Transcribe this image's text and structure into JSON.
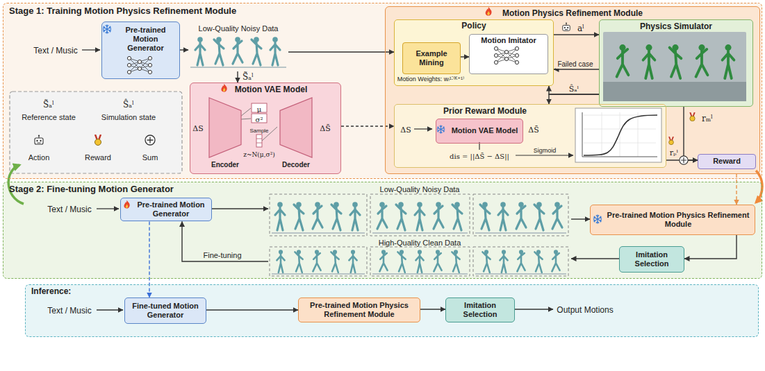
{
  "diagram": {
    "nodes": [
      {
        "text": [
          "Stage 1: Training Motion Physics Refinement Module"
        ]
      },
      {
        "text": [
          "Pre-trained Motion Generator"
        ],
        "in": 0
      },
      {
        "text": [
          "Low-Quality Noisy Data"
        ],
        "in": 0
      },
      {
        "text": [
          "Motion Physics Refinement Module"
        ],
        "in": 0
      },
      {
        "text": [
          "Policy"
        ],
        "in": 3
      },
      {
        "text": [
          "Example Mining"
        ],
        "in": 4
      },
      {
        "text": [
          "Motion Imitator"
        ],
        "in": 4
      },
      {
        "text": [
          "Physics Simulator"
        ],
        "in": 3
      },
      {
        "text": [
          "Prior Reward Module"
        ],
        "in": 3
      },
      {
        "text": [
          "Motion VAE Model"
        ],
        "in": 8
      },
      {
        "text": [
          "Reward"
        ],
        "in": 3
      },
      {
        "text": [
          "Motion VAE Model"
        ],
        "in": 0
      },
      {
        "text": [
          "Encoder"
        ],
        "in": 11
      },
      {
        "text": [
          "Decoder"
        ],
        "in": 11
      },
      {
        "text": [
          "Stage 2: Fine-tuning Motion Generator"
        ]
      },
      {
        "text": [
          "Pre-trained Motion Generator"
        ],
        "in": 14
      },
      {
        "text": [
          "Low-Quality Noisy Data"
        ],
        "in": 14
      },
      {
        "text": [
          "Pre-trained Motion Physics Refinement Module"
        ],
        "in": 14
      },
      {
        "text": [
          "High-Quality Clean Data"
        ],
        "in": 14
      },
      {
        "text": [
          "Imitation Selection"
        ],
        "in": 14
      },
      {
        "text": [
          "Inference:"
        ]
      },
      {
        "text": [
          "Fine-tuned Motion Generator"
        ],
        "in": 20
      },
      {
        "text": [
          "Pre-trained Motion Physics Refinement Module"
        ],
        "in": 20
      },
      {
        "text": [
          "Imitation Selection"
        ],
        "in": 20
      }
    ],
    "edges": [
      {
        "from": 1,
        "to": 2,
        "arrow": "to"
      },
      {
        "from": 2,
        "to": 4,
        "arrow": "to"
      },
      {
        "from": 2,
        "to": 11,
        "arrow": "to"
      },
      {
        "from": 5,
        "to": 6,
        "arrow": "to"
      },
      {
        "from": 4,
        "to": 7,
        "arrow": "to"
      },
      {
        "from": 7,
        "to": 4,
        "label": "Failed case",
        "arrow": "to"
      },
      {
        "from": 7,
        "to": 4,
        "arrow": "to"
      },
      {
        "from": 7,
        "to": 8,
        "arrow": "to"
      },
      {
        "from": 11,
        "to": 8,
        "arrow": "to"
      },
      {
        "from": 8,
        "to": 10,
        "arrow": "to"
      },
      {
        "from": 7,
        "to": 10,
        "arrow": "to"
      },
      {
        "from": 3,
        "to": 17,
        "arrow": "to"
      },
      {
        "from": 15,
        "to": 16,
        "arrow": "to"
      },
      {
        "from": 16,
        "to": 17,
        "arrow": "to"
      },
      {
        "from": 17,
        "to": 19,
        "arrow": "to"
      },
      {
        "from": 19,
        "to": 18,
        "arrow": "to"
      },
      {
        "from": 18,
        "to": 15,
        "label": "Fine-tuning",
        "arrow": "to"
      },
      {
        "from": 15,
        "to": 21,
        "arrow": "to"
      },
      {
        "from": 21,
        "to": 22,
        "arrow": "to"
      },
      {
        "from": 22,
        "to": 23,
        "arrow": "to"
      }
    ],
    "labels": [
      "Text / Music",
      "S̃ₐˡ",
      "μ",
      "σ²",
      "Sample",
      "z~N(μ,σ²)",
      "ΔS",
      "ΔS̄",
      "Motion Weights: wₗ¹˸⁽ᴷ⁺¹⁾",
      "aˡ",
      "Ŝₐˡ",
      "rₘˡ",
      "ΔS",
      "ΔS̄",
      "dis = ||ΔS̄ − ΔS||",
      "Sigmoid",
      "rₚˡ",
      "S̃ₐˡ",
      "Ŝₐˡ",
      "Text / Music",
      "Text / Music",
      "Output Motions"
    ],
    "legend": [
      {
        "text": "Reference state"
      },
      {
        "text": "Simulation state"
      },
      {
        "text": "Action"
      },
      {
        "text": "Reward"
      },
      {
        "text": "Sum"
      }
    ]
  }
}
